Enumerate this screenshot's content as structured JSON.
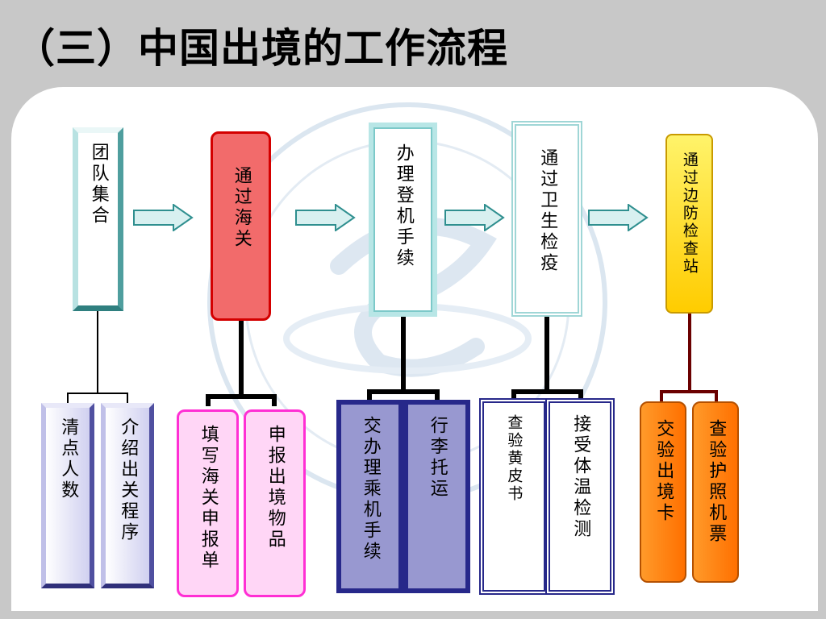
{
  "title": "（三）中国出境的工作流程",
  "colors": {
    "teal_edge": "#2f8f8f",
    "customs_red": "#f26b6b",
    "magenta": "#ff4fd8",
    "navy": "#27288a",
    "orange": "#ff7a00",
    "yellow": "#ffe100",
    "arrow_fill": "#d8f0f0"
  },
  "steps": [
    {
      "label": "团队集合",
      "children": [
        "清点人数",
        "介绍出关程序"
      ]
    },
    {
      "label": "通过海关",
      "children": [
        "填写海关申报单",
        "申报出境物品"
      ]
    },
    {
      "label": "办理登机手续",
      "children": [
        "交办理乘机手续",
        "行李托运"
      ]
    },
    {
      "label": "通过卫生检疫",
      "children": [
        "查验黄皮书",
        "接受体温检测"
      ]
    },
    {
      "label": "通过边防检查站",
      "children": [
        "交验出境卡",
        "查验护照机票"
      ]
    }
  ]
}
